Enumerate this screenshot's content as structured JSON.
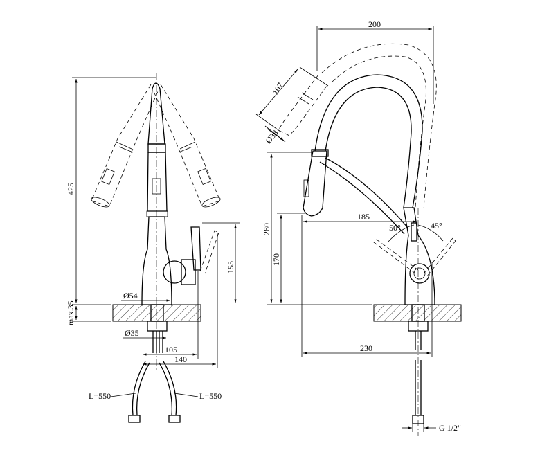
{
  "front_view": {
    "dims": {
      "height_total": "425",
      "spout_diameter": "Ø54",
      "thread_diameter": "Ø35",
      "max_thickness": "max.35",
      "handle_height": "155",
      "handle_reach": "105",
      "base_width": "140",
      "hose_left": "L=550",
      "hose_right": "L=550"
    }
  },
  "side_view": {
    "dims": {
      "spout_reach_top": "200",
      "head_length": "107",
      "head_diameter": "Ø38",
      "outlet_height": "280",
      "handle_height": "170",
      "outlet_reach": "185",
      "angle_left": "50°",
      "angle_right": "45°",
      "total_reach": "230",
      "connection_thread": "G 1/2\""
    }
  }
}
